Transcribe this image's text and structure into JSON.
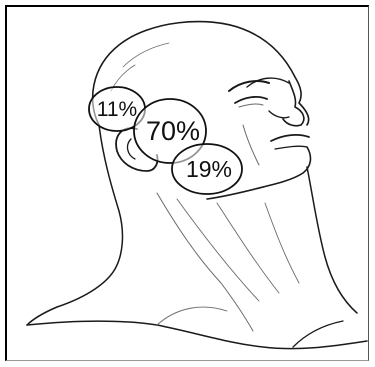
{
  "diagram": {
    "labels": [
      {
        "id": "upper",
        "text": "11%"
      },
      {
        "id": "center",
        "text": "70%"
      },
      {
        "id": "lower",
        "text": "19%"
      }
    ]
  },
  "colors": {
    "line": "#1a1a1a",
    "background": "#ffffff"
  }
}
